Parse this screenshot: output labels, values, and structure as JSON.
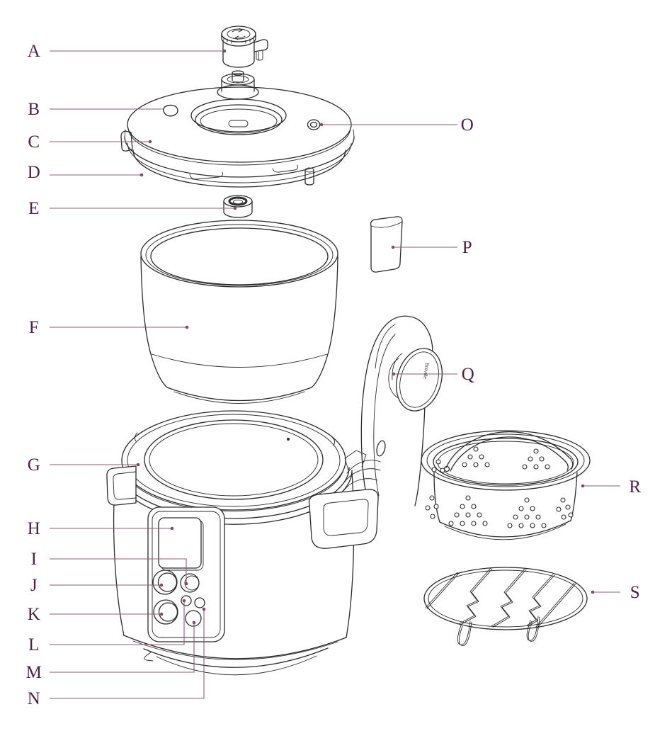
{
  "diagram": {
    "type": "exploded-parts-diagram",
    "subject": "multicooker pressure cooker components",
    "background_color": "#ffffff",
    "label_text_color": "#4b2343",
    "leader_line_color": "#8e5d77",
    "line_art_color": "#2b2b2b",
    "knob_brand_text": "Breville",
    "labels": [
      {
        "letter": "A",
        "part": "pressure-release-valve"
      },
      {
        "letter": "B",
        "part": "lid-vent-hole"
      },
      {
        "letter": "C",
        "part": "lid-rim"
      },
      {
        "letter": "D",
        "part": "lid-locking-ring"
      },
      {
        "letter": "E",
        "part": "valve-sealing-nut"
      },
      {
        "letter": "F",
        "part": "removable-cooking-bowl"
      },
      {
        "letter": "G",
        "part": "sealing-ring-area"
      },
      {
        "letter": "H",
        "part": "lcd-display"
      },
      {
        "letter": "I",
        "part": "upper-right-button"
      },
      {
        "letter": "J",
        "part": "upper-dial"
      },
      {
        "letter": "K",
        "part": "lower-dial"
      },
      {
        "letter": "L",
        "part": "small-left-button"
      },
      {
        "letter": "M",
        "part": "lower-round-button"
      },
      {
        "letter": "N",
        "part": "small-right-button"
      },
      {
        "letter": "O",
        "part": "lid-safety-valve"
      },
      {
        "letter": "P",
        "part": "condensation-collector"
      },
      {
        "letter": "Q",
        "part": "lid-arm-knob"
      },
      {
        "letter": "R",
        "part": "steaming-basket"
      },
      {
        "letter": "S",
        "part": "wire-rack"
      }
    ]
  }
}
